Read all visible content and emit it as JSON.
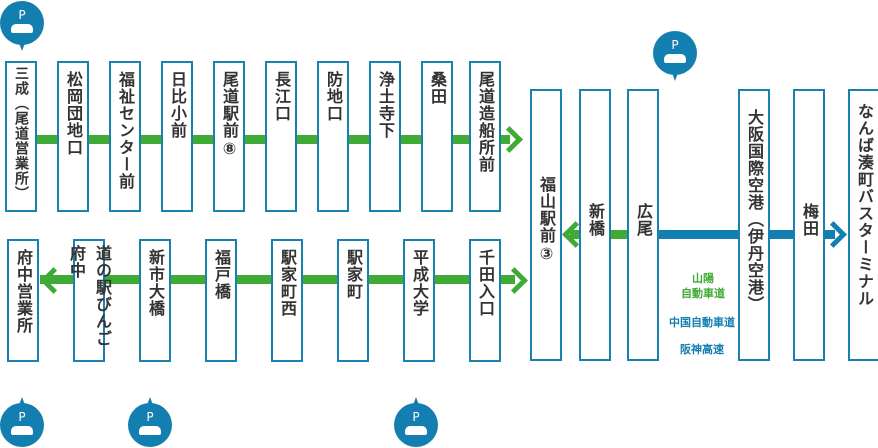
{
  "parking_label": "P",
  "top_row": [
    "三成（尾道営業所）",
    "松岡団地口",
    "福祉センター前",
    "日比小前",
    "尾道駅前⑧",
    "長江口",
    "防地口",
    "浄土寺下",
    "桑田",
    "尾道造船所前"
  ],
  "bottom_row": [
    "府中営業所",
    "道の駅びんご府中",
    "新市大橋",
    "福戸橋",
    "駅家町西",
    "駅家町",
    "平成大学",
    "千田入口"
  ],
  "right_row": [
    "福山駅前③",
    "新橋",
    "広尾",
    "大阪国際空港（伊丹空港）",
    "梅田",
    "なんば湊町バスターミナル"
  ],
  "roads": {
    "sanyo": "山陽\n自動車道",
    "chugoku": "中国自動車道",
    "hanshin": "阪神高速"
  },
  "colors": {
    "green": "#3faa36",
    "blue": "#137fb0"
  }
}
